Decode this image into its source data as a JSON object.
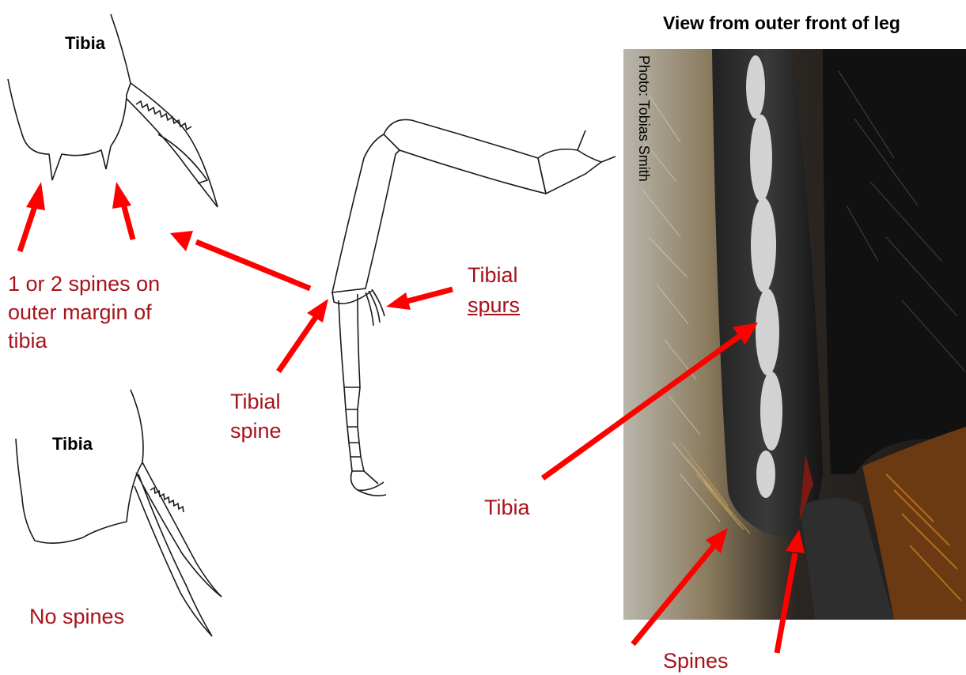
{
  "labels": {
    "top_tibia": "Tibia",
    "bottom_tibia": "Tibia",
    "spines_on_margin": [
      "1 or 2 spines on",
      "outer margin of",
      "tibia"
    ],
    "no_spines": "No spines",
    "tibial_spine": [
      "Tibial",
      "spine"
    ],
    "tibial_spurs": [
      "Tibial",
      "spurs"
    ],
    "photo_view": "View from outer front of leg",
    "photo_credit": "Photo: Tobias Smith",
    "photo_tibia": "Tibia",
    "photo_spines": "Spines"
  },
  "colors": {
    "arrow": "#ff0000",
    "label_red": "#a8121a",
    "ink": "#1a1a1a"
  }
}
